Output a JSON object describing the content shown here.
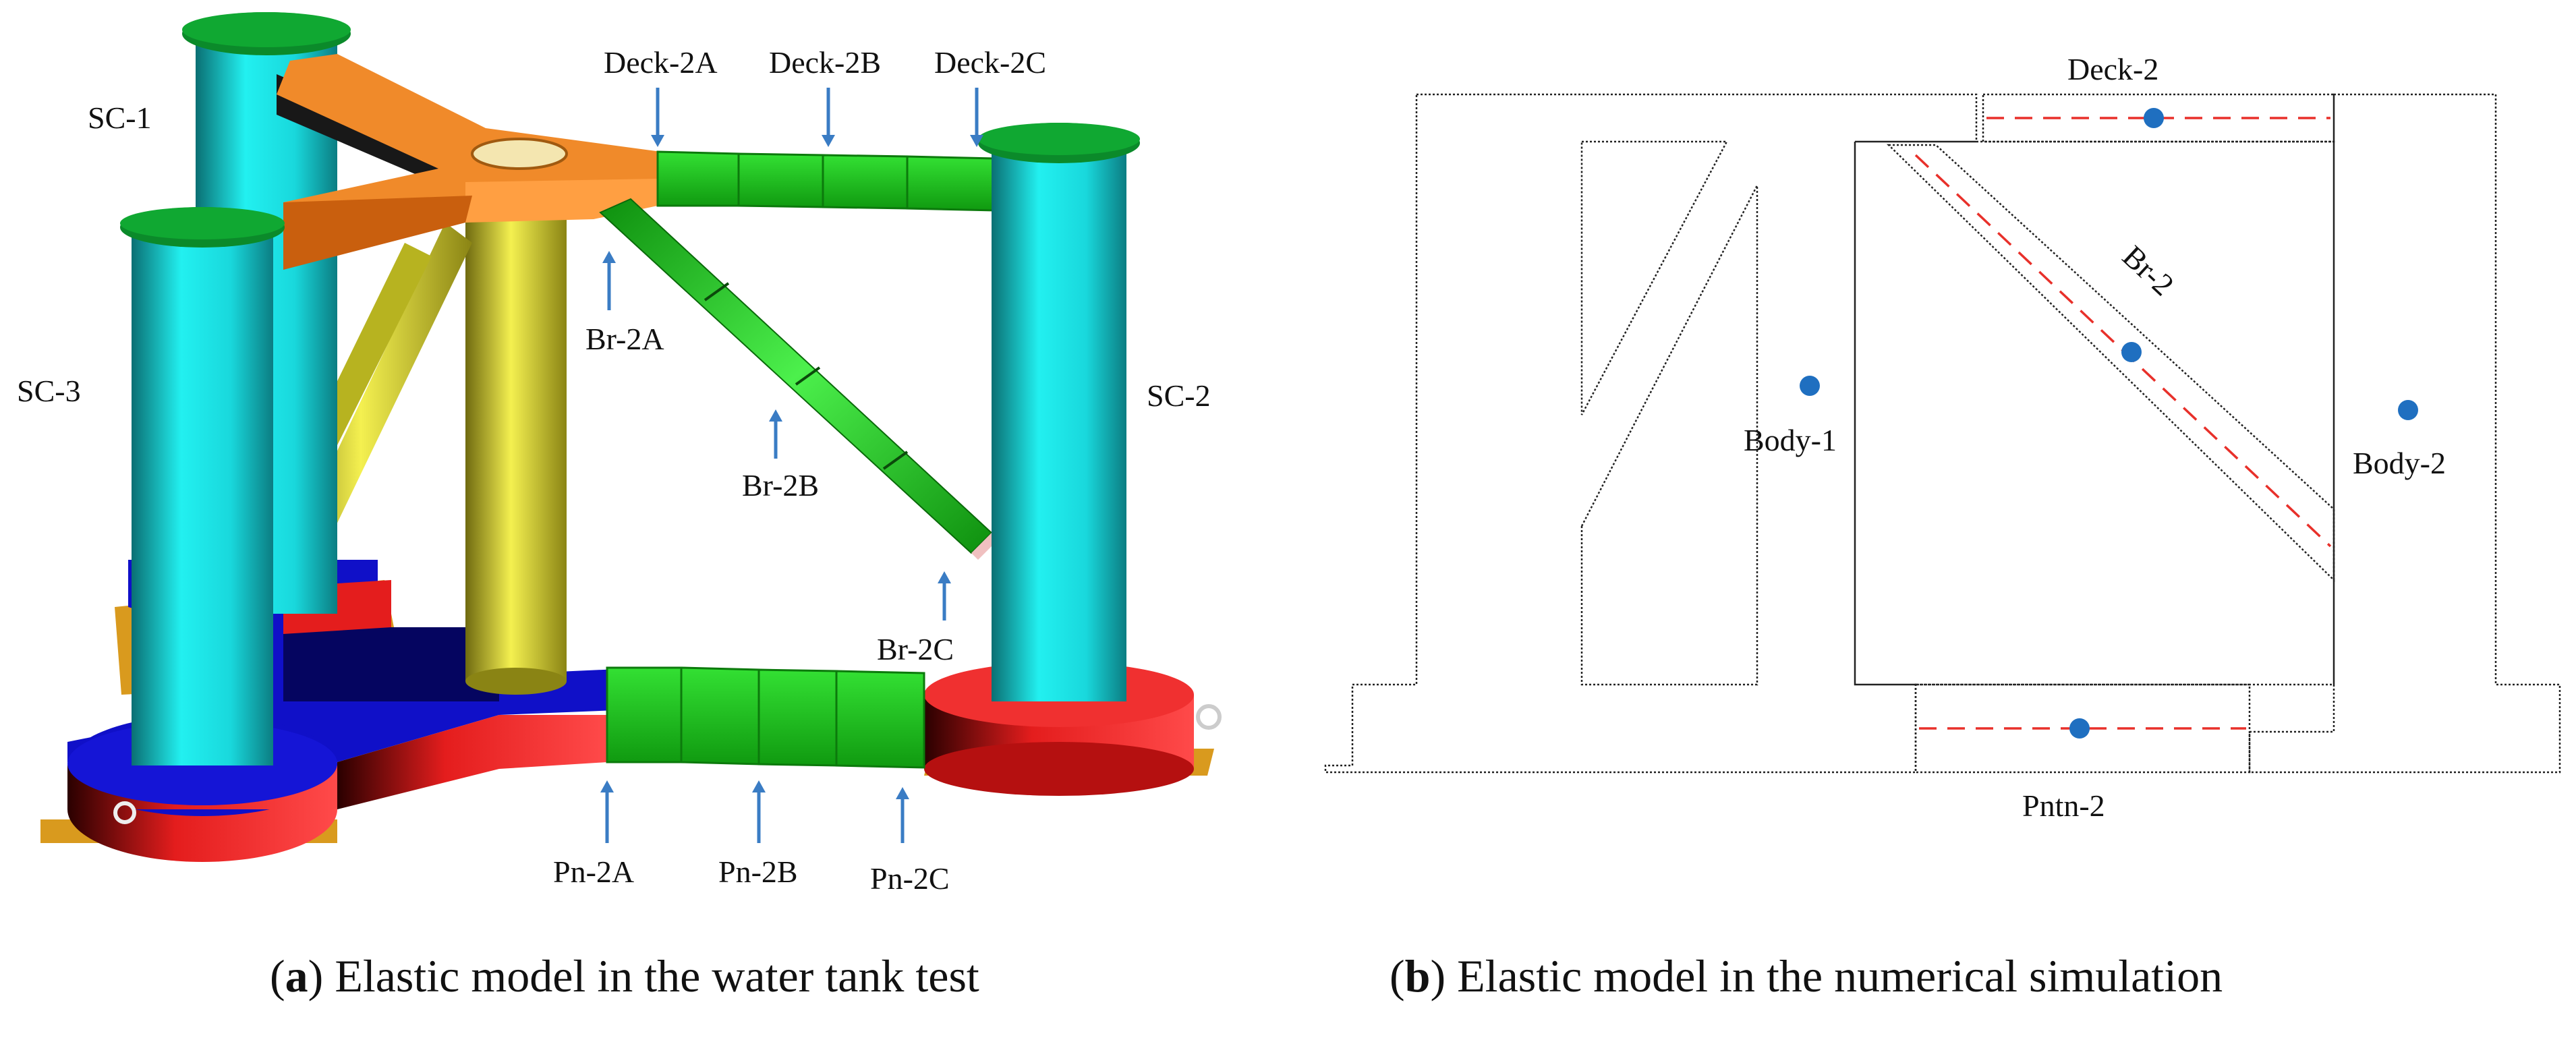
{
  "panel_a": {
    "caption_letter": "a",
    "caption_text": "Elastic model in the water tank test",
    "labels": {
      "sc1": "SC-1",
      "sc2": "SC-2",
      "sc3": "SC-3",
      "deck_2a": "Deck-2A",
      "deck_2b": "Deck-2B",
      "deck_2c": "Deck-2C",
      "br_2a": "Br-2A",
      "br_2b": "Br-2B",
      "br_2c": "Br-2C",
      "pn_2a": "Pn-2A",
      "pn_2b": "Pn-2B",
      "pn_2c": "Pn-2C"
    }
  },
  "panel_b": {
    "caption_letter": "b",
    "caption_text": "Elastic model in the numerical simulation",
    "labels": {
      "deck": "Deck-2",
      "brace": "Br-2",
      "body1": "Body-1",
      "body2": "Body-2",
      "pontoon": "Pntn-2"
    }
  },
  "colors": {
    "column": "#19e3e3",
    "column_dark": "#0a6f73",
    "column_top": "#0b8a2a",
    "deck_orange": "#f08a2a",
    "deck_orange_dark": "#c95f0e",
    "segment_green": "#22cc22",
    "brace_yellow": "#e8e838",
    "pontoon_blue": "#1010c8",
    "pontoon_red": "#e41d1d",
    "plate_gold": "#d99a1e",
    "arrow_blue": "#3a7cc4",
    "centerline_red": "#e8302a",
    "node_blue": "#1f6fc0"
  }
}
